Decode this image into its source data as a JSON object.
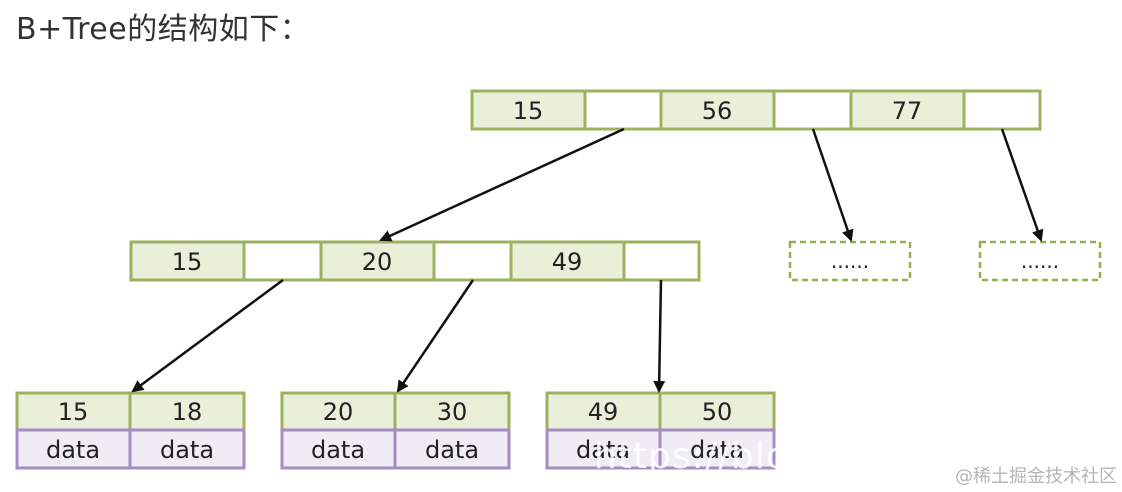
{
  "heading": "B+Tree的结构如下：",
  "colors": {
    "key_fill": "#e8f0da",
    "key_stroke": "#9bb25f",
    "data_fill": "#f0ecf6",
    "data_stroke": "#a58cc2",
    "arrow": "#111111",
    "dashed_stroke": "#8fb04a"
  },
  "tree": {
    "root": {
      "keys": [
        "15",
        "56",
        "77"
      ]
    },
    "internal": {
      "keys": [
        "15",
        "20",
        "49"
      ]
    },
    "placeholders": [
      "......",
      "......"
    ],
    "leaves": [
      {
        "keys": [
          "15",
          "18"
        ],
        "data": [
          "data",
          "data"
        ]
      },
      {
        "keys": [
          "20",
          "30"
        ],
        "data": [
          "data",
          "data"
        ]
      },
      {
        "keys": [
          "49",
          "50"
        ],
        "data": [
          "data",
          "data"
        ]
      }
    ]
  },
  "watermarks": {
    "url_fragment": "https://blog",
    "site": "@稀土掘金技术社区"
  }
}
